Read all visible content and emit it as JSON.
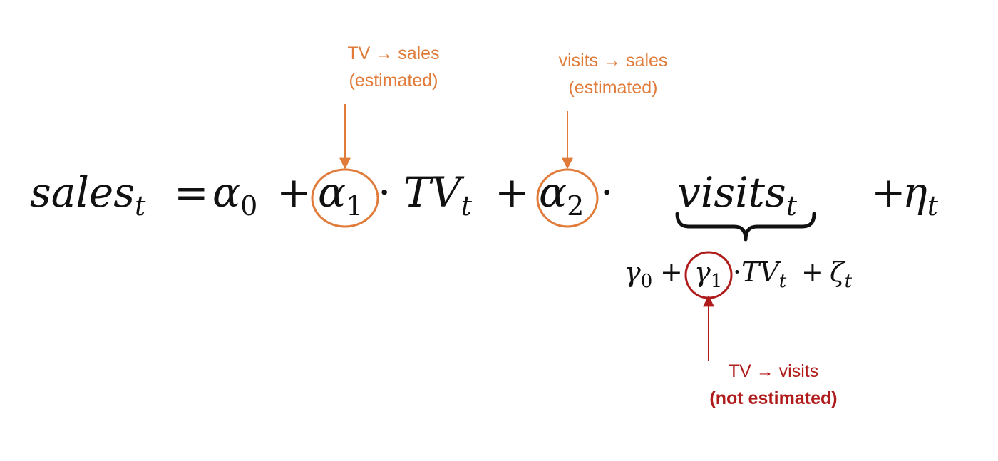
{
  "equation": {
    "lhs_var": "sales",
    "sub_t": "t",
    "equals": "=",
    "alpha": "α",
    "sub_0": "0",
    "sub_1": "1",
    "sub_2": "2",
    "plus": "+",
    "dot": "·",
    "tv_var": "TV",
    "visits_var": "visits",
    "eta": "η"
  },
  "sub_equation": {
    "gamma": "γ",
    "sub_0": "0",
    "sub_1": "1",
    "plus": "+",
    "dot": "·",
    "tv_var": "TV",
    "zeta": "ζ",
    "sub_t": "t"
  },
  "annotations": {
    "alpha1": {
      "line1": "TV → sales",
      "line2": "(estimated)"
    },
    "alpha2": {
      "line1": "visits → sales",
      "line2": "(estimated)"
    },
    "gamma1": {
      "line1": "TV → visits",
      "line2": "(not estimated)"
    }
  },
  "colors": {
    "estimated": "#E07B39",
    "not_estimated": "#B01C1C",
    "math": "#111111"
  }
}
